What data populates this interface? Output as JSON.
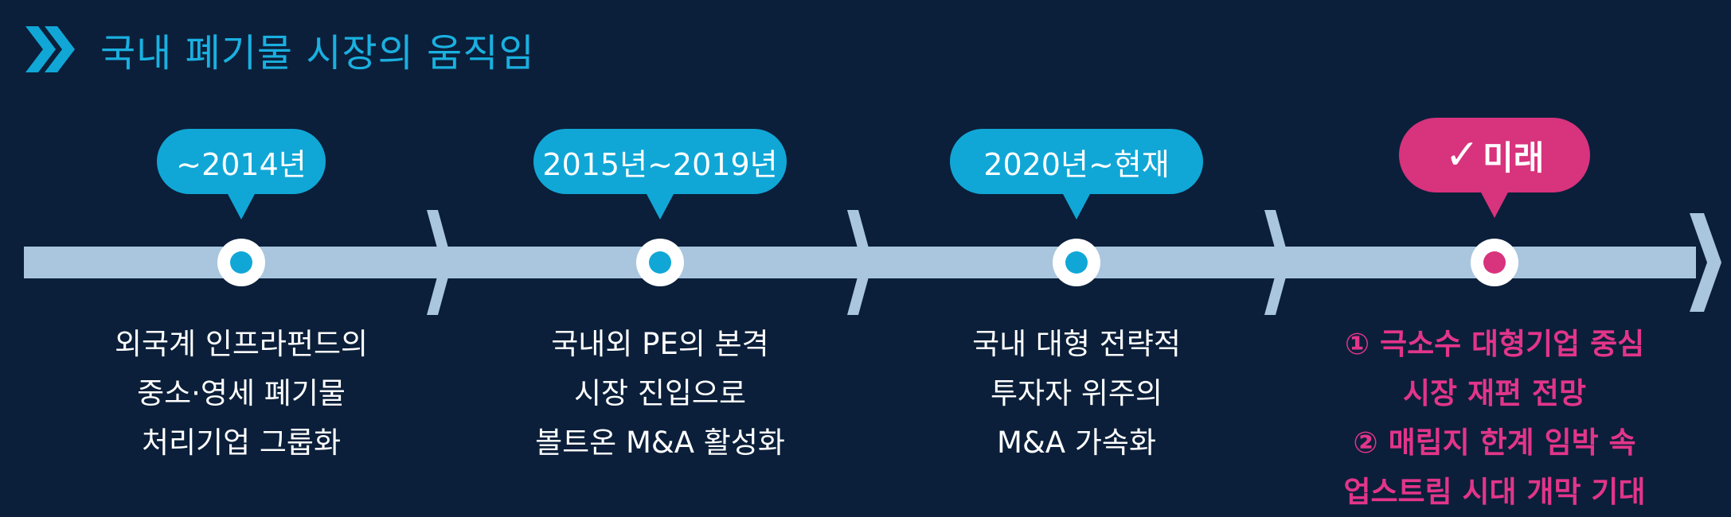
{
  "header": {
    "title": "국내 폐기물 시장의 움직임",
    "icon": "double-chevron-right-icon"
  },
  "colors": {
    "background": "#0b1f3a",
    "accent_blue": "#10a7d7",
    "accent_pink": "#d8337d",
    "bar": "#a9c6de"
  },
  "timeline": {
    "periods": [
      {
        "label": "~2014년",
        "lines": [
          "외국계 인프라펀드의",
          "중소·영세 폐기물",
          "처리기업 그룹화"
        ]
      },
      {
        "label": "2015년~2019년",
        "lines": [
          "국내외 PE의 본격",
          "시장 진입으로",
          "볼트온 M&A 활성화"
        ]
      },
      {
        "label": "2020년~현재",
        "lines": [
          "국내 대형 전략적",
          "투자자 위주의",
          "M&A 가속화"
        ]
      },
      {
        "label": "미래",
        "check": "✓",
        "lines": [
          "① 극소수 대형기업 중심",
          "시장 재편 전망",
          "② 매립지 한계 임박 속",
          "업스트림 시대 개막 기대"
        ]
      }
    ]
  }
}
